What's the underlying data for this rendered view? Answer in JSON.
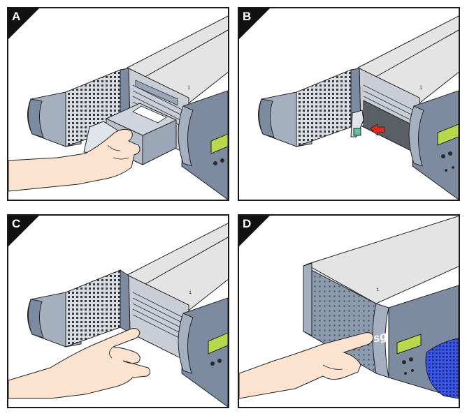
{
  "panels": [
    {
      "label": "A"
    },
    {
      "label": "B"
    },
    {
      "label": "C"
    },
    {
      "label": "D"
    }
  ],
  "bezel_logo": "sgi",
  "colors": {
    "border": "#1a1a1a",
    "chassis_top": "#e4e4e4",
    "chassis_front": "#c9ced6",
    "bezel": "#7c8ba0",
    "bezel_light": "#a4b0c0",
    "lcd": "#b6d84a",
    "skin": "#fbe3cf",
    "arrow": "#e8261e",
    "latch": "#58c4a4",
    "blue_vent": "#3c56e6"
  }
}
